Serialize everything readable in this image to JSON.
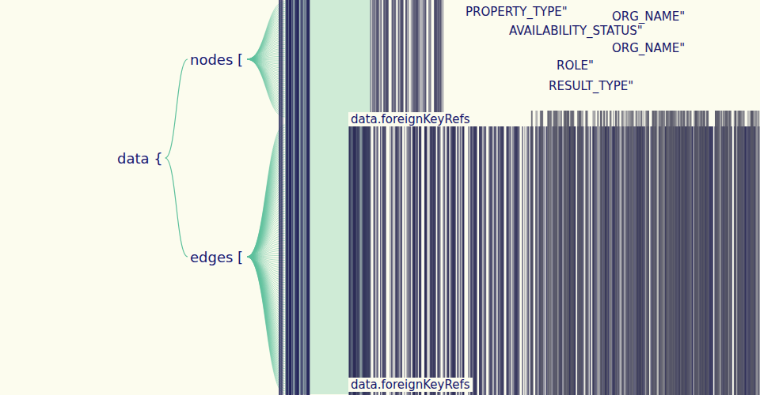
{
  "diagram": {
    "nodes": [
      {
        "text": [
          "data {"
        ]
      },
      {
        "text": [
          "nodes ["
        ]
      },
      {
        "text": [
          "edges ["
        ]
      }
    ],
    "edges": [
      {
        "from": 0,
        "to": 1,
        "arrow": "none"
      },
      {
        "from": 0,
        "to": 2,
        "arrow": "none"
      }
    ],
    "labels": [
      "PROPERTY_TYPE\"",
      "ORG_NAME\"",
      "AVAILABILITY_STATUS\"",
      "ORG_NAME\"",
      "ROLE\"",
      "RESULT_TYPE\"",
      "data.foreignKeyRefs",
      "data.foreignKeyRefs"
    ]
  }
}
